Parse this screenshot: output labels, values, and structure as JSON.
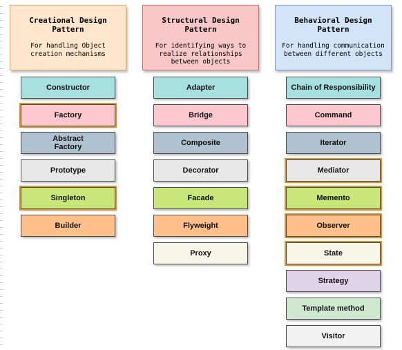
{
  "columns": [
    {
      "title": "Creational Design Pattern",
      "description": "For handling Object creation mechanisms",
      "header_fill": "#ffe6cc",
      "header_stroke": "#e6a65a",
      "items": [
        {
          "label": "Constructor",
          "fill": "#a8e0e0",
          "highlighted": false
        },
        {
          "label": "Factory",
          "fill": "#ffc7ce",
          "highlighted": true
        },
        {
          "label": "Abstract Factory",
          "fill": "#b0c2cf",
          "highlighted": false
        },
        {
          "label": "Prototype",
          "fill": "#e8e8e8",
          "highlighted": false
        },
        {
          "label": "Singleton",
          "fill": "#c8e67a",
          "highlighted": true
        },
        {
          "label": "Builder",
          "fill": "#ffc08c",
          "highlighted": false
        }
      ]
    },
    {
      "title": "Structural Design Pattern",
      "description": "For identifying ways to realize relationships between objects",
      "header_fill": "#f8c8c8",
      "header_stroke": "#c87070",
      "items": [
        {
          "label": "Adapter",
          "fill": "#a8e0e0",
          "highlighted": false
        },
        {
          "label": "Bridge",
          "fill": "#ffc7ce",
          "highlighted": false
        },
        {
          "label": "Composite",
          "fill": "#b0c2cf",
          "highlighted": false
        },
        {
          "label": "Decorator",
          "fill": "#e8e8e8",
          "highlighted": false
        },
        {
          "label": "Facade",
          "fill": "#c8e67a",
          "highlighted": false
        },
        {
          "label": "Flyweight",
          "fill": "#ffc08c",
          "highlighted": false
        },
        {
          "label": "Proxy",
          "fill": "#f8f6e8",
          "highlighted": false
        }
      ]
    },
    {
      "title": "Behavioral Design Pattern",
      "description": "For handling communication between different objects",
      "header_fill": "#d4e4f8",
      "header_stroke": "#7a9cc8",
      "items": [
        {
          "label": "Chain of Responsibility",
          "fill": "#a8e0e0",
          "highlighted": false
        },
        {
          "label": "Command",
          "fill": "#ffc7ce",
          "highlighted": false
        },
        {
          "label": "Iterator",
          "fill": "#b0c2cf",
          "highlighted": false
        },
        {
          "label": "Mediator",
          "fill": "#e8e8e8",
          "highlighted": true
        },
        {
          "label": "Memento",
          "fill": "#c8e67a",
          "highlighted": true
        },
        {
          "label": "Observer",
          "fill": "#ffc08c",
          "highlighted": true
        },
        {
          "label": "State",
          "fill": "#f8f6e8",
          "highlighted": true
        },
        {
          "label": "Strategy",
          "fill": "#e0d4ea",
          "highlighted": false
        },
        {
          "label": "Template method",
          "fill": "#cfe8d0",
          "highlighted": false
        },
        {
          "label": "Visitor",
          "fill": "#f2f2f2",
          "highlighted": false
        }
      ]
    }
  ],
  "highlight_color": "#d59630"
}
